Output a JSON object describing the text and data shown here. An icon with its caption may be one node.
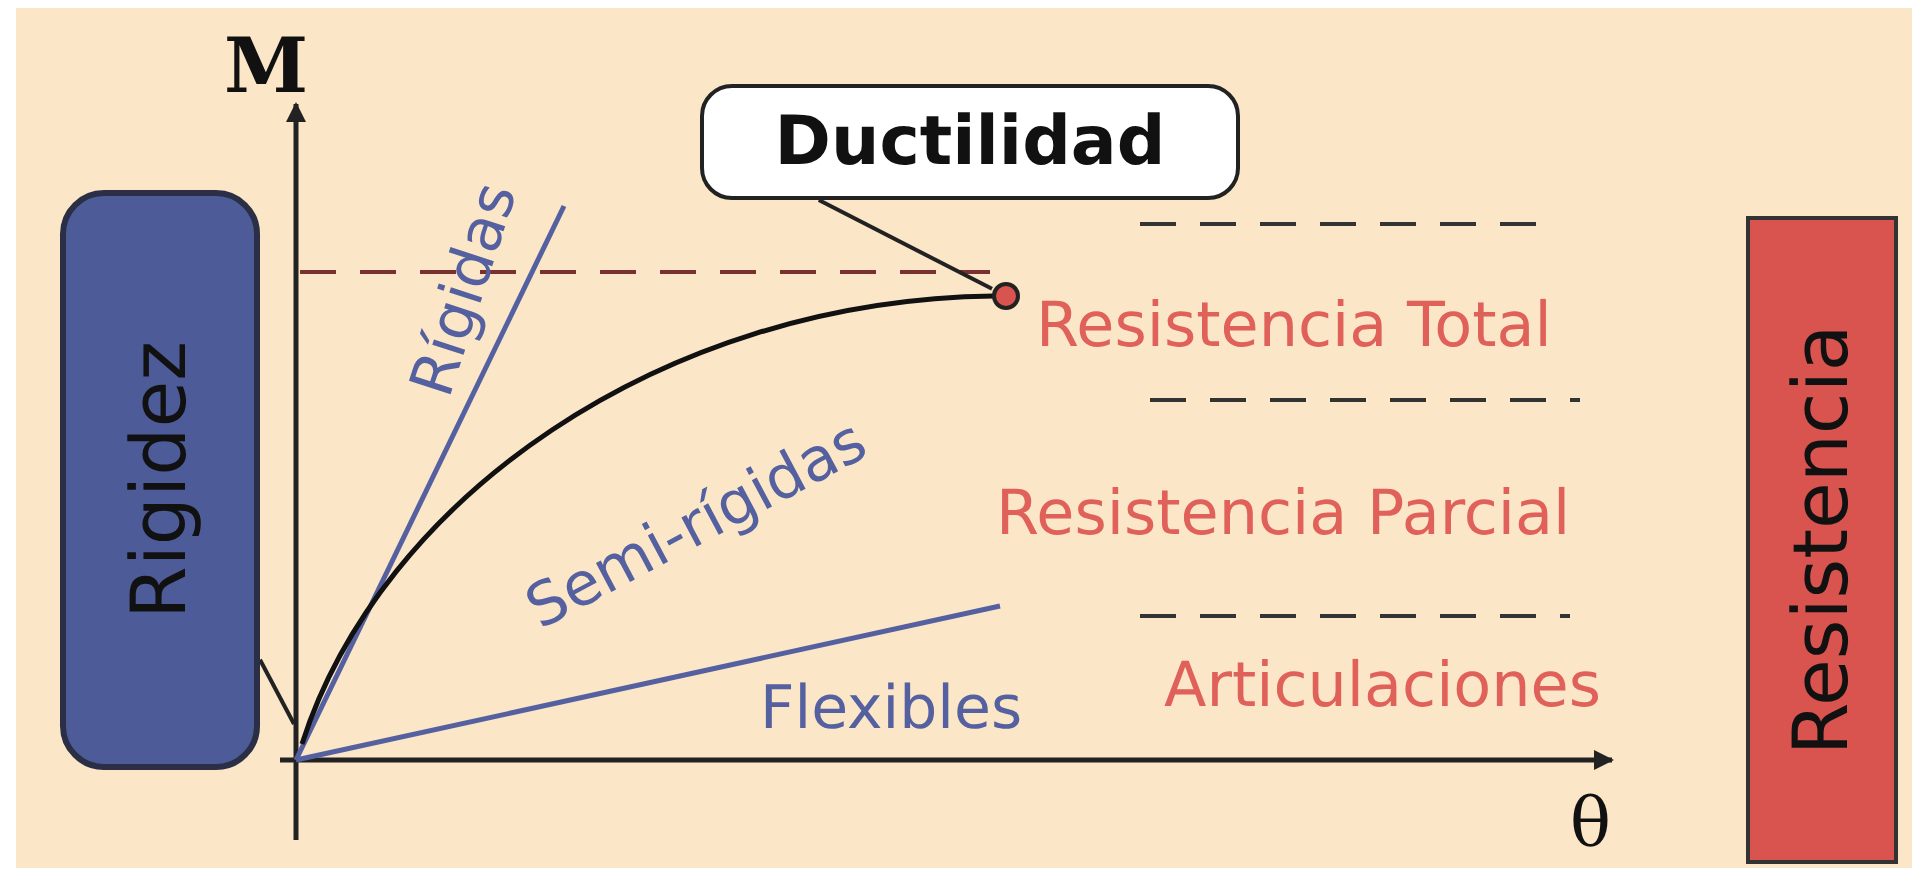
{
  "diagram": {
    "nodes": [
      {
        "text": [
          "Rigidez"
        ]
      },
      {
        "text": [
          "Ductilidad"
        ]
      },
      {
        "text": [],
        "shape": "circle"
      },
      {
        "text": [
          "Resistencia"
        ]
      }
    ],
    "edges": [
      {
        "from": 0,
        "to": null,
        "arrow": "none"
      },
      {
        "from": 1,
        "to": 2,
        "arrow": "none"
      }
    ],
    "labels": [
      "M",
      "Rígidas",
      "Semi-rígidas",
      "Flexibles",
      "Resistencia Total",
      "Resistencia Parcial",
      "Articulaciones",
      "θ"
    ]
  }
}
